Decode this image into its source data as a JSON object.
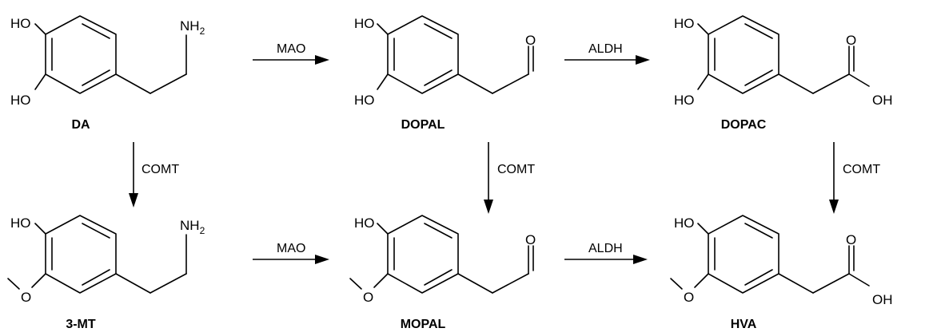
{
  "labels": {
    "hydroxyl": "HO",
    "amino": "NH",
    "amino_sub": "2",
    "oxo": "O",
    "acid_oh": "OH"
  },
  "compounds": {
    "da": "DA",
    "dopal": "DOPAL",
    "dopac": "DOPAC",
    "mt": "3-MT",
    "mopal": "MOPAL",
    "hva": "HVA"
  },
  "enzymes": {
    "mao": "MAO",
    "aldh": "ALDH",
    "comt": "COMT"
  },
  "colors": {
    "ink": "#000000",
    "background": "#ffffff"
  }
}
